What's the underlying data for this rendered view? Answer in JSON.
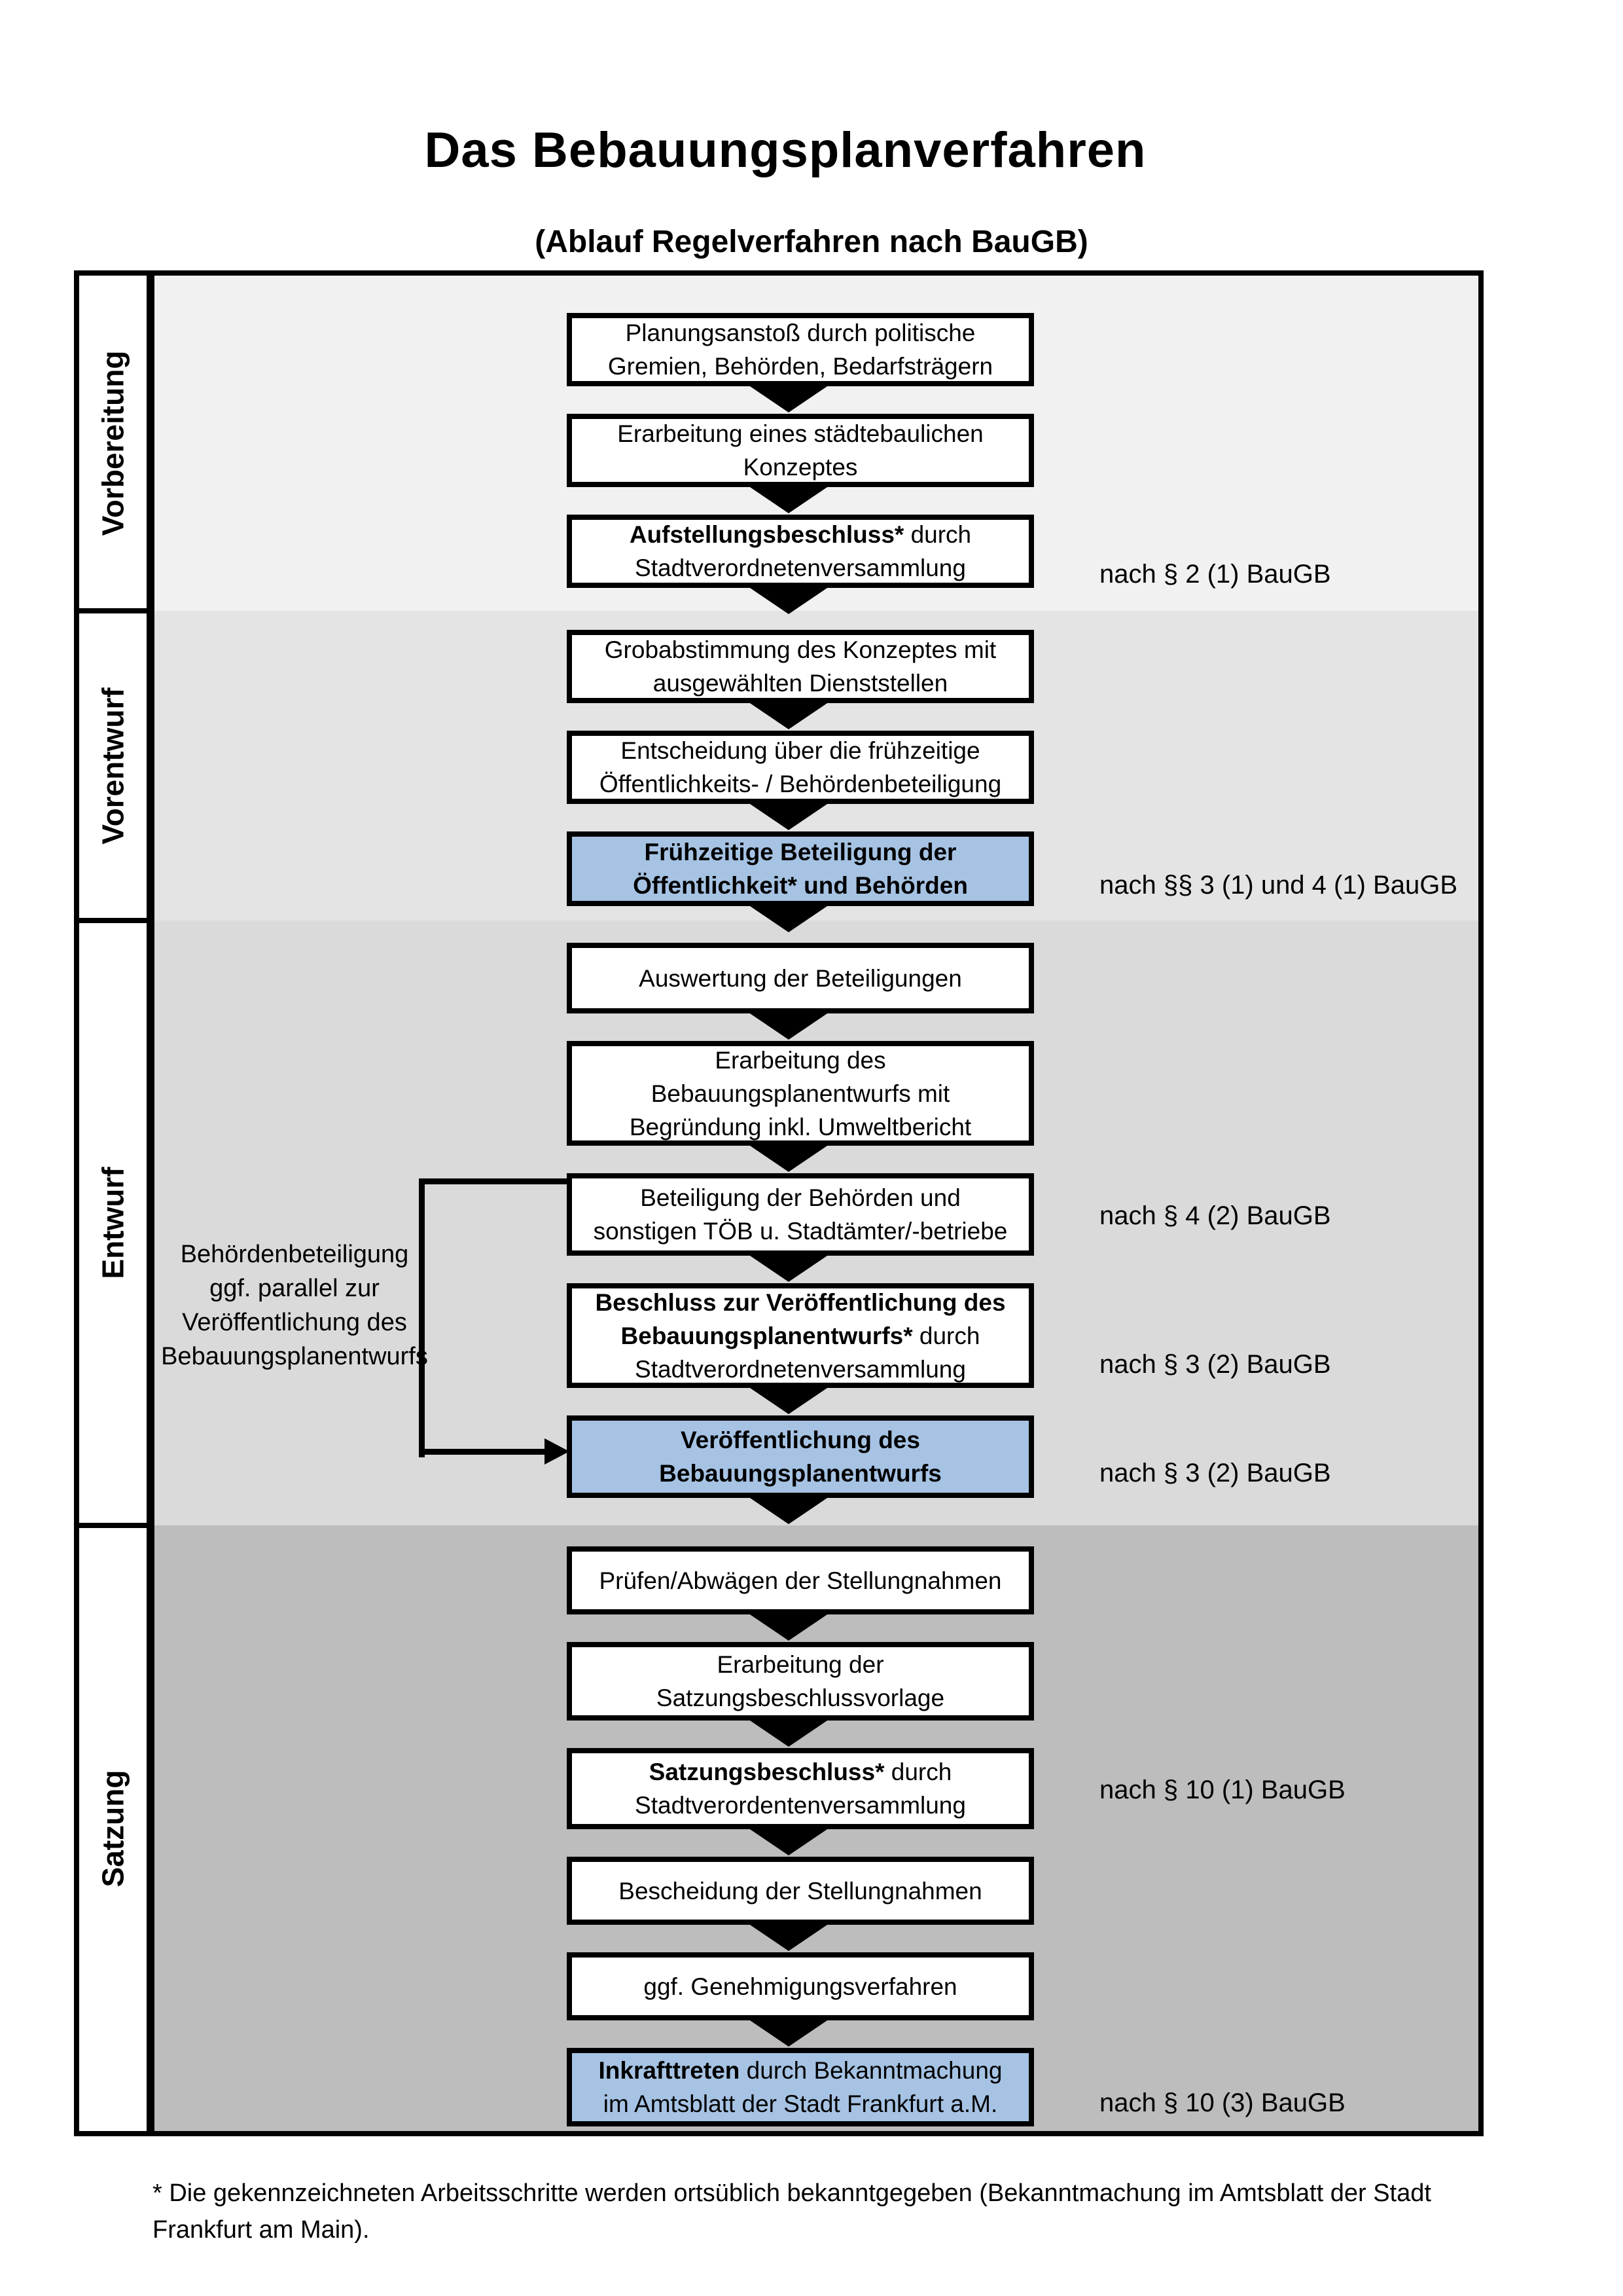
{
  "title": "Das Bebauungsplanverfahren",
  "subtitle": "(Ablauf Regelverfahren nach BauGB)",
  "phases": {
    "p1": "Vorbereitung",
    "p2": "Vorentwurf",
    "p3": "Entwurf",
    "p4": "Satzung"
  },
  "steps": {
    "s01": {
      "l1": "Planungsanstoß durch politische",
      "l2": "Gremien, Behörden, Bedarfsträgern"
    },
    "s02": {
      "l1": "Erarbeitung eines städtebaulichen",
      "l2": "Konzeptes"
    },
    "s03": {
      "l1_bold": "Aufstellungsbeschluss*",
      "l1_rest": " durch",
      "l2": "Stadtverordnetenversammlung"
    },
    "s04": {
      "l1": "Grobabstimmung des Konzeptes mit",
      "l2": "ausgewählten Dienststellen"
    },
    "s05": {
      "l1": "Entscheidung über die frühzeitige",
      "l2": "Öffentlichkeits- / Behördenbeteiligung"
    },
    "s06": {
      "l1": "Frühzeitige Beteiligung der",
      "l2": "Öffentlichkeit* und Behörden"
    },
    "s07": {
      "l1": "Auswertung der Beteiligungen"
    },
    "s08": {
      "l1": "Erarbeitung des",
      "l2": "Bebauungsplanentwurfs mit",
      "l3": "Begründung inkl. Umweltbericht"
    },
    "s09": {
      "l1": "Beteiligung der Behörden und",
      "l2": "sonstigen TÖB u. Stadtämter/-betriebe"
    },
    "s10": {
      "l1": "Beschluss zur Veröffentlichung des",
      "l2_bold": "Bebauungsplanentwurfs*",
      "l2_rest": " durch",
      "l3": "Stadtverordnetenversammlung"
    },
    "s11": {
      "l1": "Veröffentlichung des",
      "l2": "Bebauungsplanentwurfs"
    },
    "s12": {
      "l1": "Prüfen/Abwägen der Stellungnahmen"
    },
    "s13": {
      "l1": "Erarbeitung der",
      "l2": "Satzungsbeschlussvorlage"
    },
    "s14": {
      "l1_bold": "Satzungsbeschluss*",
      "l1_rest": " durch",
      "l2": "Stadtverordentenversammlung"
    },
    "s15": {
      "l1": "Bescheidung der Stellungnahmen"
    },
    "s16": {
      "l1": "ggf. Genehmigungsverfahren"
    },
    "s17": {
      "l1_bold": "Inkrafttreten",
      "l1_rest": " durch Bekanntmachung",
      "l2": "im Amtsblatt der Stadt Frankfurt a.M."
    }
  },
  "legal_notes": {
    "n1": "nach § 2 (1) BauGB",
    "n2": "nach §§ 3 (1) und 4 (1) BauGB",
    "n3": "nach § 4 (2) BauGB",
    "n4": "nach § 3 (2) BauGB",
    "n5": "nach § 3 (2) BauGB",
    "n6": "nach § 10 (1) BauGB",
    "n7": "nach § 10 (3) BauGB"
  },
  "side_note": {
    "l1": "Behördenbeteiligung",
    "l2": "ggf. parallel zur",
    "l3": "Veröffentlichung des",
    "l4": "Bebauungsplanentwurfs"
  },
  "footnote": {
    "l1": "* Die gekennzeichneten Arbeitsschritte werden ortsüblich bekanntgegeben (Bekanntmachung im Amtsblatt der Stadt",
    "l2": "Frankfurt am Main)."
  },
  "colors": {
    "highlight_box": "#a6c3e4",
    "band_vorbereitung": "#f1f1f1",
    "band_vorentwurf": "#e4e4e4",
    "band_entwurf": "#dadada",
    "band_satzung": "#bdbdbd",
    "border": "#000000"
  }
}
